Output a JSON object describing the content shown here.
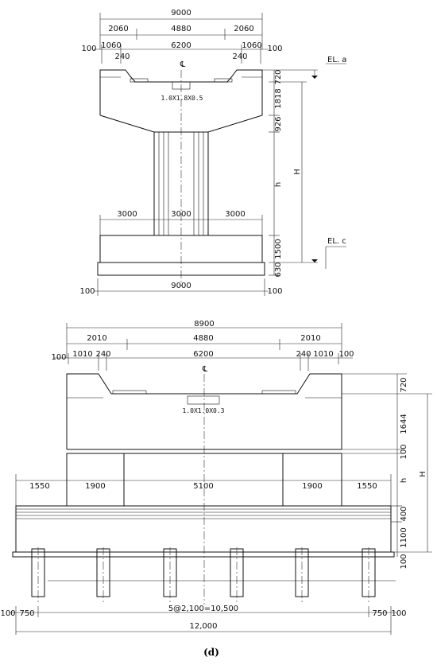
{
  "upper": {
    "top_total": "9000",
    "top_left": "2060",
    "top_mid": "4880",
    "top_right": "2060",
    "row2_left_edge": "100",
    "row2_left": "1060",
    "row2_mid": "6200",
    "row2_right": "1060",
    "row2_right_edge": "100",
    "gap_left": "240",
    "gap_right": "240",
    "centerline_mark": "℄",
    "bearing_label": "1.0X1.8X0.5",
    "el_a": "EL. a",
    "el_c": "EL. c",
    "v_720": "720",
    "v_1818": "1818",
    "v_926": "926",
    "v_h": "h",
    "v_H": "H",
    "v_1500": "1500",
    "v_630": "630",
    "ft_left": "3000",
    "ft_mid": "3000",
    "ft_right": "3000",
    "bot_left_edge": "100",
    "bot_total": "9000",
    "bot_right_edge": "100"
  },
  "lower": {
    "top_total": "8900",
    "top_left": "2010",
    "top_mid": "4880",
    "top_right": "2010",
    "row2_left_edge": "100",
    "row2_left": "1010",
    "gap_left": "240",
    "row2_mid": "6200",
    "gap_right": "240",
    "row2_right": "1010",
    "row2_right_edge": "100",
    "centerline_mark": "℄",
    "bearing_label": "1.0X1.0X0.3",
    "v_720": "720",
    "v_1644": "1644",
    "v_100a": "100",
    "v_h": "h",
    "v_H": "H",
    "v_400": "400",
    "v_1100": "1100",
    "v_100b": "100",
    "col_left_out": "1550",
    "col_left": "1900",
    "col_mid": "5100",
    "col_right": "1900",
    "col_right_out": "1550",
    "pile_left_edge": "100",
    "pile_left": "750",
    "pile_mid": "5@2,100=10,500",
    "pile_right": "750",
    "pile_right_edge": "100",
    "total": "12,000"
  },
  "caption": "(d)"
}
